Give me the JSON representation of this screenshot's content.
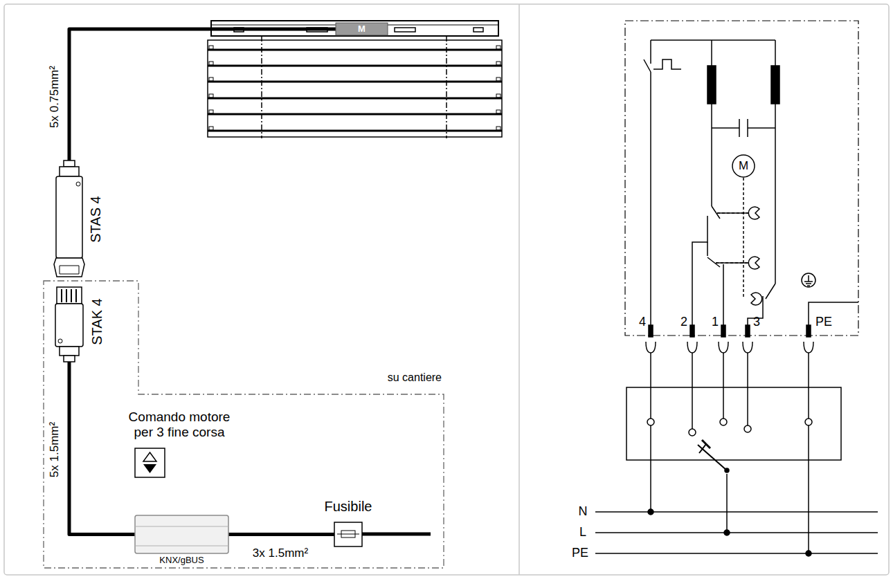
{
  "diagram": {
    "nodes": [
      {
        "text": [
          "M"
        ]
      },
      {
        "text": [
          "STAS 4"
        ]
      },
      {
        "text": [
          "su cantiere"
        ]
      },
      {
        "text": [
          "STAK 4"
        ],
        "in": 2
      },
      {
        "text": [
          "Comando motore per 3 fine corsa",
          "KNX/gBUS"
        ],
        "in": 2
      },
      {
        "text": [
          "Fusibile"
        ],
        "in": 2
      },
      {
        "text": [
          "M"
        ]
      }
    ],
    "edges": [
      {
        "from": 0,
        "to": 1,
        "arrow": "none",
        "label": "5x 0.75mm²"
      },
      {
        "from": 3,
        "to": 4,
        "arrow": "none",
        "label": "5x 1.5mm²"
      },
      {
        "from": 4,
        "to": 5,
        "arrow": "none",
        "label": "3x 1.5mm²"
      }
    ],
    "labels": [
      "4",
      "2",
      "1",
      "3",
      "PE",
      "N",
      "L",
      "PE"
    ]
  }
}
